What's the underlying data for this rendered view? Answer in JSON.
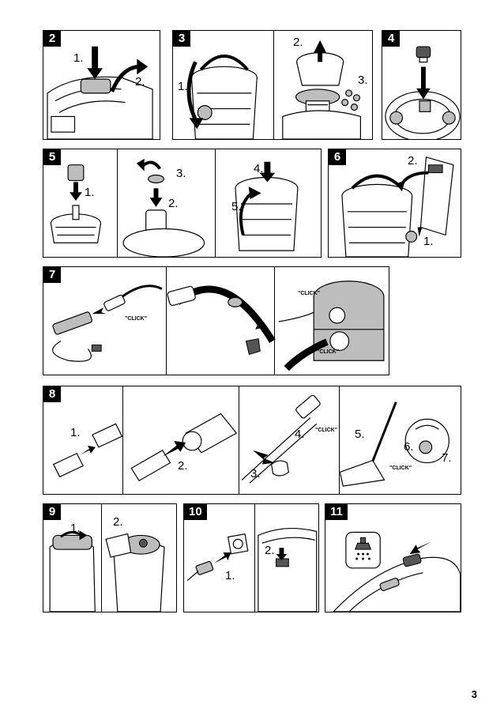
{
  "panels": {
    "p2": {
      "number": "2",
      "steps": [
        "1.",
        "2."
      ]
    },
    "p3": {
      "number": "3",
      "steps": [
        "1.",
        "2.",
        "3."
      ]
    },
    "p4": {
      "number": "4"
    },
    "p5": {
      "number": "5",
      "steps": [
        "1.",
        "3.",
        "2.",
        "4.",
        "5."
      ]
    },
    "p6": {
      "number": "6",
      "steps": [
        "2.",
        "1."
      ]
    },
    "p7": {
      "number": "7",
      "click": "\"CLICK\""
    },
    "p8": {
      "number": "8",
      "steps": [
        "1.",
        "2.",
        "4.",
        "3.",
        "5.",
        "6.",
        "7."
      ],
      "click": "\"CLICK\""
    },
    "p9": {
      "number": "9",
      "steps": [
        "1.",
        "2."
      ]
    },
    "p10": {
      "number": "10",
      "steps": [
        "1.",
        "2."
      ]
    },
    "p11": {
      "number": "11"
    }
  },
  "page_number": "3"
}
